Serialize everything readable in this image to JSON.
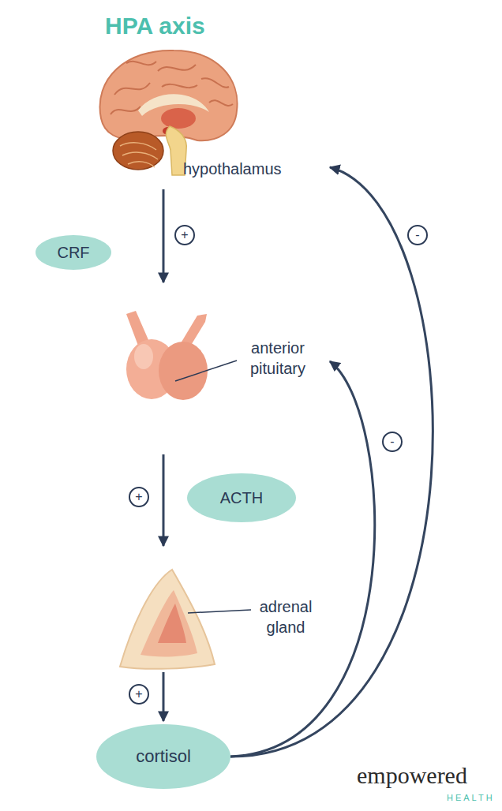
{
  "diagram": {
    "title": "HPA axis",
    "nodes": [
      {
        "text": [
          "hypothalamus"
        ]
      },
      {
        "text": [
          "CRF"
        ]
      },
      {
        "text": [
          "anterior pituitary"
        ]
      },
      {
        "text": [
          "ACTH"
        ]
      },
      {
        "text": [
          "adrenal gland"
        ]
      },
      {
        "text": [
          "cortisol"
        ]
      }
    ],
    "edges": [
      {
        "from": 0,
        "to": 2,
        "label": "+",
        "arrow": "to"
      },
      {
        "from": 2,
        "to": 4,
        "label": "+",
        "arrow": "to"
      },
      {
        "from": 4,
        "to": 5,
        "label": "+",
        "arrow": "to"
      },
      {
        "from": 5,
        "to": 0,
        "label": "-",
        "arrow": "to"
      },
      {
        "from": 5,
        "to": 2,
        "label": "-",
        "arrow": "to"
      }
    ],
    "labels": [
      "empowered",
      "HEALTH"
    ]
  }
}
